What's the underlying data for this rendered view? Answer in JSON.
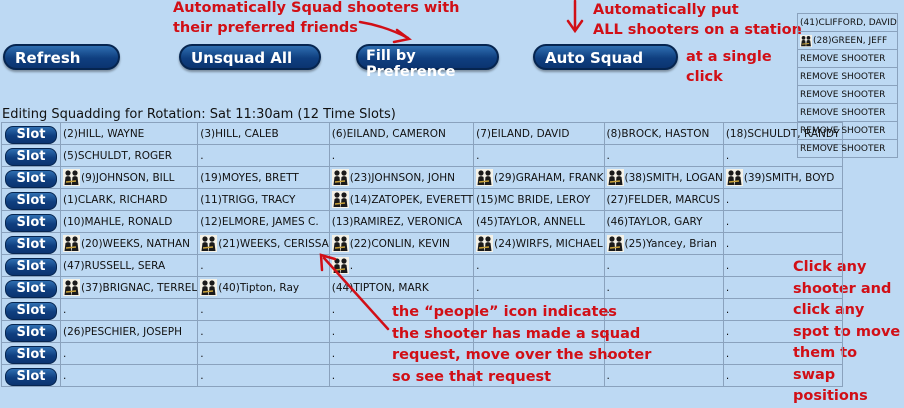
{
  "annotations": {
    "squad_friends": [
      "Automatically Squad shooters with",
      "their preferred friends"
    ],
    "auto_put": [
      "Automatically put",
      "ALL shooters on a station"
    ],
    "single_click": [
      "at a single",
      "click"
    ],
    "click_any": [
      "Click any",
      "shooter and",
      "click any",
      "spot to move",
      "them to swap",
      "positions"
    ],
    "people_icon": [
      "the “people” icon indicates",
      "the shooter has made a squad",
      "request, move over the shooter",
      "so see that request"
    ]
  },
  "toolbar": {
    "refresh": "Refresh",
    "unsquad_all": "Unsquad All",
    "fill_by_preference": "Fill by Preference",
    "auto_squad": "Auto Squad"
  },
  "caption": "Editing Squadding for Rotation: Sat 11:30am (12 Time Slots)",
  "slot_label": "Slot",
  "rows": [
    [
      {
        "t": "(2)HILL, WAYNE"
      },
      {
        "t": "(3)HILL, CALEB"
      },
      {
        "t": "(6)EILAND, CAMERON"
      },
      {
        "t": "(7)EILAND, DAVID"
      },
      {
        "t": "(8)BROCK, HASTON"
      },
      {
        "t": "(18)SCHULDT, RANDY"
      }
    ],
    [
      {
        "t": "(5)SCHULDT, ROGER"
      },
      {
        "t": "."
      },
      {
        "t": "."
      },
      {
        "t": "."
      },
      {
        "t": "."
      },
      {
        "t": "."
      }
    ],
    [
      {
        "t": "(9)JOHNSON, BILL",
        "i": true
      },
      {
        "t": "(19)MOYES, BRETT"
      },
      {
        "t": "(23)JOHNSON, JOHN",
        "i": true
      },
      {
        "t": "(29)GRAHAM, FRANK",
        "i": true
      },
      {
        "t": "(38)SMITH, LOGAN",
        "i": true
      },
      {
        "t": "(39)SMITH, BOYD",
        "i": true
      }
    ],
    [
      {
        "t": "(1)CLARK, RICHARD"
      },
      {
        "t": "(11)TRIGG, TRACY"
      },
      {
        "t": "(14)ZATOPEK, EVERETT",
        "i": true
      },
      {
        "t": "(15)MC BRIDE, LEROY"
      },
      {
        "t": "(27)FELDER, MARCUS"
      },
      {
        "t": "."
      }
    ],
    [
      {
        "t": "(10)MAHLE, RONALD"
      },
      {
        "t": "(12)ELMORE, JAMES C."
      },
      {
        "t": "(13)RAMIREZ, VERONICA"
      },
      {
        "t": "(45)TAYLOR, ANNELL"
      },
      {
        "t": "(46)TAYLOR, GARY"
      },
      {
        "t": "."
      }
    ],
    [
      {
        "t": "(20)WEEKS, NATHAN",
        "i": true
      },
      {
        "t": "(21)WEEKS, CERISSA",
        "i": true
      },
      {
        "t": "(22)CONLIN, KEVIN",
        "i": true
      },
      {
        "t": "(24)WIRFS, MICHAEL",
        "i": true
      },
      {
        "t": "(25)Yancey, Brian",
        "i": true
      },
      {
        "t": "."
      }
    ],
    [
      {
        "t": "(47)RUSSELL, SERA"
      },
      {
        "t": "."
      },
      {
        "t": ".",
        "i": true
      },
      {
        "t": "."
      },
      {
        "t": "."
      },
      {
        "t": "."
      }
    ],
    [
      {
        "t": "(37)BRIGNAC, TERREL",
        "i": true
      },
      {
        "t": "(40)Tipton, Ray",
        "i": true
      },
      {
        "t": "(44)TIPTON, MARK"
      },
      {
        "t": "."
      },
      {
        "t": "."
      },
      {
        "t": "."
      }
    ],
    [
      {
        "t": "."
      },
      {
        "t": "."
      },
      {
        "t": "."
      },
      {
        "t": "."
      },
      {
        "t": "."
      },
      {
        "t": "."
      }
    ],
    [
      {
        "t": "(26)PESCHIER, JOSEPH"
      },
      {
        "t": "."
      },
      {
        "t": "."
      },
      {
        "t": "."
      },
      {
        "t": "."
      },
      {
        "t": "."
      }
    ],
    [
      {
        "t": "."
      },
      {
        "t": "."
      },
      {
        "t": "."
      },
      {
        "t": "."
      },
      {
        "t": "."
      },
      {
        "t": "."
      }
    ],
    [
      {
        "t": "."
      },
      {
        "t": "."
      },
      {
        "t": "."
      },
      {
        "t": "."
      },
      {
        "t": "."
      },
      {
        "t": "."
      }
    ]
  ],
  "unsquadded": [
    {
      "t": "(41)CLIFFORD, DAVID"
    },
    {
      "t": "(28)GREEN, JEFF",
      "i": true
    },
    {
      "t": "REMOVE SHOOTER"
    },
    {
      "t": "REMOVE SHOOTER"
    },
    {
      "t": "REMOVE SHOOTER"
    },
    {
      "t": "REMOVE SHOOTER"
    },
    {
      "t": "REMOVE SHOOTER"
    },
    {
      "t": "REMOVE SHOOTER"
    }
  ],
  "colors": {
    "annotation": "#d10f16",
    "button": "#0f3f80",
    "background": "#bdd9f3"
  }
}
